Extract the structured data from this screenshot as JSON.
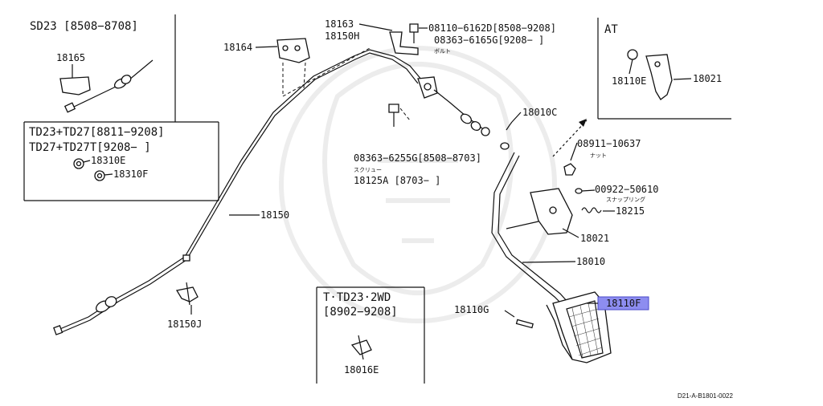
{
  "boxes": {
    "sd23": {
      "title": "SD23 [8508−8708]",
      "part": "18165"
    },
    "td23": {
      "line1": "TD23+TD27[8811−9208]",
      "line2": "TD27+TD27T[9208−        ]",
      "part_a": "18310E",
      "part_b": "18310F"
    },
    "at": {
      "title": "AT",
      "part_a": "18110E",
      "part_b": "18021"
    },
    "t_td23": {
      "line1": "T·TD23·2WD",
      "line2": "[8902−9208]",
      "part": "18016E"
    }
  },
  "labels": {
    "p18163": "18163",
    "p18150H": "18150H",
    "p18164": "18164",
    "p08110": "08110−6162D[8508−9208]",
    "p08363a": "08363−6165G[9208−     ]",
    "bolt_jp": "ボルト",
    "p18010C": "18010C",
    "p08363b": "08363−6255G[8508−8703]",
    "screw_jp": "スクリュー",
    "p18125A": "18125A [8703−      ]",
    "p08911": "08911−10637",
    "nut_jp": "ナット",
    "p00922": "00922−50610",
    "snapring_jp": "スナップリング",
    "p18215": "18215",
    "p18021": "18021",
    "p18010": "18010",
    "p18150": "18150",
    "p18150J": "18150J",
    "p18110G": "18110G",
    "p18110F": "18110F"
  },
  "diagram_id": "D21-A-B1801-0022"
}
